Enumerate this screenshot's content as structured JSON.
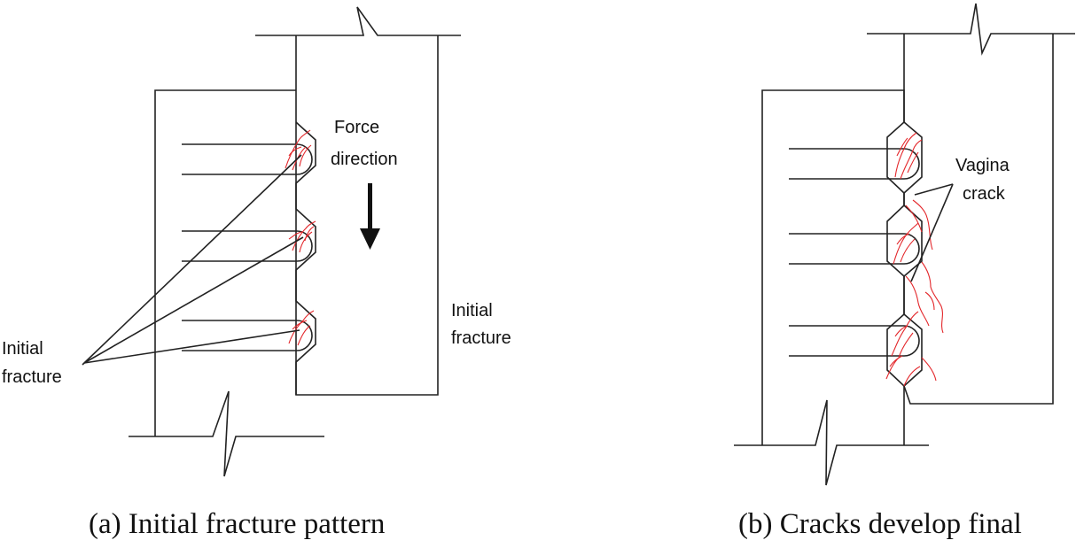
{
  "panel_a": {
    "label_force": [
      "Force",
      "direction"
    ],
    "label_fracture_left": [
      "Initial",
      "fracture"
    ],
    "label_fracture_right": [
      "Initial",
      "fracture"
    ],
    "caption": "(a) Initial fracture pattern"
  },
  "panel_b": {
    "label_crack": [
      "Vagina",
      "crack"
    ],
    "caption": "(b) Cracks develop final"
  },
  "colors": {
    "line": "#222222",
    "crack": "#e3262a"
  }
}
